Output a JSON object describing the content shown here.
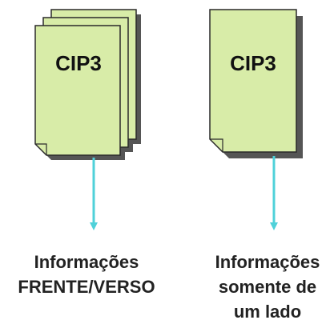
{
  "colors": {
    "page_fill": "#d8eca8",
    "page_stroke": "#2a2a2a",
    "shadow": "#555555",
    "arrow": "#4fd1d9",
    "text": "#222222"
  },
  "left_document": {
    "label": "CIP3",
    "stacked": true,
    "caption_lines": [
      "Informações",
      "FRENTE/VERSO"
    ]
  },
  "right_document": {
    "label": "CIP3",
    "stacked": false,
    "caption_lines": [
      "Informações",
      "somente de",
      "um lado"
    ]
  }
}
